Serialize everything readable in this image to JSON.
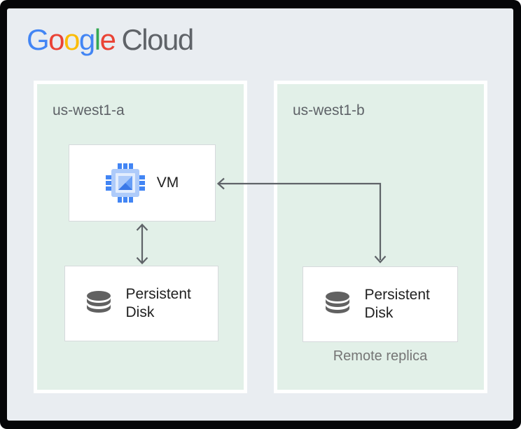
{
  "logo": {
    "letters": [
      {
        "ch": "G",
        "color": "#4285F4"
      },
      {
        "ch": "o",
        "color": "#EA4335"
      },
      {
        "ch": "o",
        "color": "#FBBC05"
      },
      {
        "ch": "g",
        "color": "#4285F4"
      },
      {
        "ch": "l",
        "color": "#34A853"
      },
      {
        "ch": "e",
        "color": "#EA4335"
      }
    ],
    "cloud": "Cloud",
    "cloud_color": "#5f6368"
  },
  "zones": {
    "a": {
      "label": "us-west1-a"
    },
    "b": {
      "label": "us-west1-b"
    }
  },
  "nodes": {
    "vm": {
      "label": "VM",
      "icon": "compute-engine-icon"
    },
    "disk_a": {
      "label": "Persistent Disk",
      "icon": "persistent-disk-icon"
    },
    "disk_b": {
      "label": "Persistent Disk",
      "icon": "persistent-disk-icon",
      "caption": "Remote replica"
    }
  },
  "connections": [
    {
      "from": "disk_b",
      "to": "vm",
      "style": "elbow",
      "arrowheads": "both"
    },
    {
      "from": "vm",
      "to": "disk_a",
      "style": "straight",
      "arrowheads": "both"
    }
  ],
  "colors": {
    "frame": "#050608",
    "canvas": "#e9edf1",
    "zone_fill": "#e2f0e8",
    "zone_border": "#ffffff",
    "node_border": "#d6d9dc",
    "arrow": "#5f6368",
    "zone_label_gray": "#5f6368",
    "caption_gray": "#757575",
    "node_text": "#212121",
    "disk_icon_gray": "#616161",
    "vm_pin_blue": "#4285f4",
    "vm_chip_light_blue": "#aecbfa",
    "vm_panel_blue": "#e3edfd",
    "vm_square_blue": "#669df6",
    "vm_square_dark": "#3b78e7"
  }
}
